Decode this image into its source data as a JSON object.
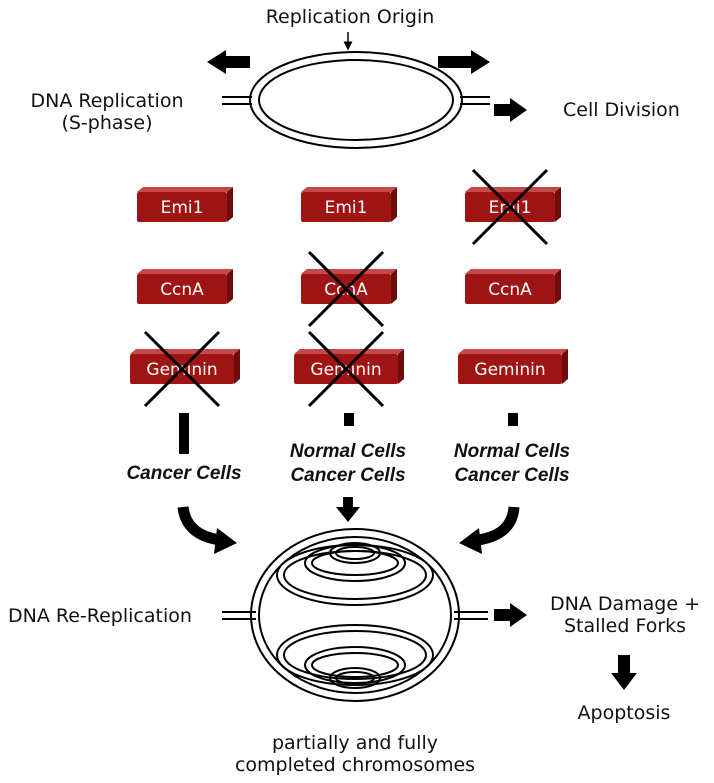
{
  "top": {
    "origin_label": "Replication Origin",
    "dna_replication_line1": "DNA Replication",
    "dna_replication_line2": "(S-phase)",
    "cell_division": "Cell Division"
  },
  "columns": [
    {
      "proteins": [
        "Emi1",
        "CcnA",
        "Geminin"
      ],
      "crossed": [
        false,
        false,
        true
      ],
      "outcome": [
        "Cancer Cells"
      ]
    },
    {
      "proteins": [
        "Emi1",
        "CcnA",
        "Geminin"
      ],
      "crossed": [
        false,
        true,
        true
      ],
      "outcome": [
        "Normal Cells",
        "Cancer Cells"
      ]
    },
    {
      "proteins": [
        "Emi1",
        "CcnA",
        "Geminin"
      ],
      "crossed": [
        true,
        false,
        false
      ],
      "outcome": [
        "Normal Cells",
        "Cancer Cells"
      ]
    }
  ],
  "bottom": {
    "rereplication": "DNA Re-Replication",
    "damage_line1": "DNA Damage +",
    "damage_line2": "Stalled Forks",
    "apoptosis": "Apoptosis",
    "caption_line1": "partially and fully",
    "caption_line2": "completed chromosomes"
  },
  "colors": {
    "protein_fill": "#a11414",
    "protein_top": "#c44a4a",
    "arrow": "#000000"
  }
}
